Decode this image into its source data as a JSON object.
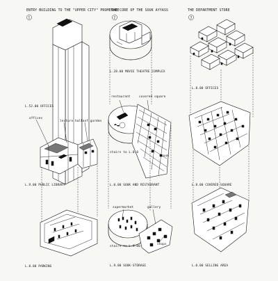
{
  "columns": [
    {
      "number": "1",
      "title": "ENTRY BUILDING TO THE \"UPPER CITY\" PROMENADE",
      "labels": [
        "L.52.00 OFFICES",
        "offices",
        "lecture hall",
        "roof garden",
        "L.9.00 PUBLIC LIBRARY",
        "L.0.00 PARKING"
      ]
    },
    {
      "number": "2",
      "title": "THE CORE OF THE SOUK AYYASS",
      "labels": [
        "L.28.00 MOVIE THEATRE COMPLEX",
        "restaurant",
        "covered square",
        "stairs to L.0.0",
        "souk",
        "L.0.00 SOUK AND RESTAURANT",
        "supermarket",
        "gallery",
        "stairs to L.9.00",
        "shops",
        "L.9.00 SOUK-STORAGE"
      ]
    },
    {
      "number": "3",
      "title": "THE DEPARTMENT STORE",
      "labels": [
        "L.8.00 OFFICES",
        "L.8.00 COVERED SQUARE",
        "L.0.00 SELLING AREA"
      ]
    }
  ]
}
